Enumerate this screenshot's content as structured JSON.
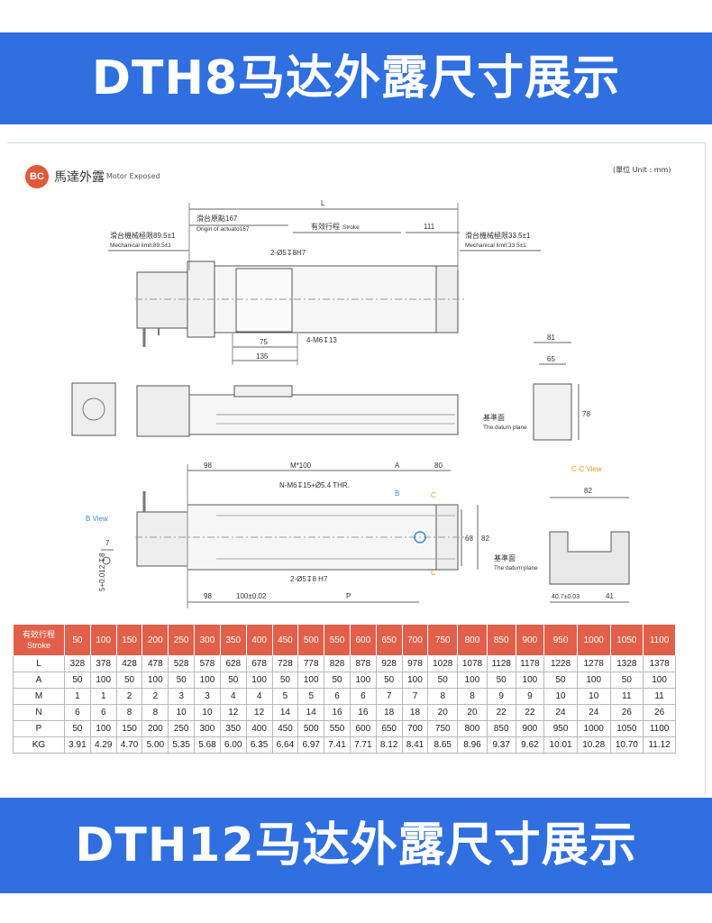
{
  "banners": {
    "top": "DTH8马达外露尺寸展示",
    "bottom": "DTH12马达外露尺寸展示"
  },
  "header": {
    "badge": "BC",
    "title_zh": "馬達外露",
    "title_en": "Motor Exposed",
    "unit": "(單位 Unit : mm)"
  },
  "drawing": {
    "L": "L",
    "slide_origin_zh": "滑台原點167",
    "slide_origin_en": "Origin of actuato167",
    "stroke_zh": "有效行程",
    "stroke_en": "Stroke",
    "dim_111": "111",
    "mech_left_zh": "滑台機械極限89.5±1",
    "mech_left_en": "Mechanical limit:89.5±1",
    "mech_right_zh": "滑台機械極限33.5±1",
    "mech_right_en": "Mechanical limit:33.5±1",
    "hole_2": "2-Ø5↧8H7",
    "hole_4": "4-M6↧13",
    "dim_75": "75",
    "dim_135": "135",
    "dim_81": "81",
    "dim_65": "65",
    "dim_78": "78",
    "datum_zh": "基準面",
    "datum_en": "The datum plane",
    "dim_98a": "98",
    "dim_m100": "M*100",
    "dim_A": "A",
    "dim_80": "80",
    "thread": "N-M6↧15+Ø5.4 THR.",
    "label_B": "B",
    "label_C1": "C",
    "label_C2": "C",
    "dim_68": "68",
    "dim_82r": "82",
    "hole_2b": "2-Ø5↧8 H7",
    "dim_98b": "98",
    "dim_100": "100±0.02",
    "dim_P": "P",
    "bview": "B View",
    "bview_7": "7",
    "bview_tol": "5+0.012 ↧8",
    "ccview": "C-C View",
    "cc_82": "82",
    "cc_datum_zh": "基準面",
    "cc_datum_en": "The datum plane",
    "cc_407": "40.7±0.03",
    "cc_41": "41"
  },
  "table": {
    "header_zh": "有效行程",
    "header_en": "Stroke",
    "strokes": [
      "50",
      "100",
      "150",
      "200",
      "250",
      "300",
      "350",
      "400",
      "450",
      "500",
      "550",
      "600",
      "650",
      "700",
      "750",
      "800",
      "850",
      "900",
      "950",
      "1000",
      "1050",
      "1100"
    ],
    "rows": [
      {
        "label": "L",
        "values": [
          "328",
          "378",
          "428",
          "478",
          "528",
          "578",
          "628",
          "678",
          "728",
          "778",
          "828",
          "878",
          "928",
          "978",
          "1028",
          "1078",
          "1128",
          "1178",
          "1228",
          "1278",
          "1328",
          "1378"
        ]
      },
      {
        "label": "A",
        "values": [
          "50",
          "100",
          "50",
          "100",
          "50",
          "100",
          "50",
          "100",
          "50",
          "100",
          "50",
          "100",
          "50",
          "100",
          "50",
          "100",
          "50",
          "100",
          "50",
          "100",
          "50",
          "100"
        ]
      },
      {
        "label": "M",
        "values": [
          "1",
          "1",
          "2",
          "2",
          "3",
          "3",
          "4",
          "4",
          "5",
          "5",
          "6",
          "6",
          "7",
          "7",
          "8",
          "8",
          "9",
          "9",
          "10",
          "10",
          "11",
          "11"
        ]
      },
      {
        "label": "N",
        "values": [
          "6",
          "6",
          "8",
          "8",
          "10",
          "10",
          "12",
          "12",
          "14",
          "14",
          "16",
          "16",
          "18",
          "18",
          "20",
          "20",
          "22",
          "22",
          "24",
          "24",
          "26",
          "26"
        ]
      },
      {
        "label": "P",
        "values": [
          "50",
          "100",
          "150",
          "200",
          "250",
          "300",
          "350",
          "400",
          "450",
          "500",
          "550",
          "600",
          "650",
          "700",
          "750",
          "800",
          "850",
          "900",
          "950",
          "1000",
          "1050",
          "1100"
        ]
      },
      {
        "label": "KG",
        "values": [
          "3.91",
          "4.29",
          "4.70",
          "5.00",
          "5.35",
          "5.68",
          "6.00",
          "6.35",
          "6.64",
          "6.97",
          "7.41",
          "7.71",
          "8.12",
          "8.41",
          "8.65",
          "8.96",
          "9.37",
          "9.62",
          "10.01",
          "10.28",
          "10.70",
          "11.12"
        ]
      }
    ]
  },
  "colors": {
    "banner": "#2f6fe0",
    "table_header": "#e2604a",
    "annotation_blue": "#3a8ad8",
    "annotation_orange": "#e59a1c"
  }
}
